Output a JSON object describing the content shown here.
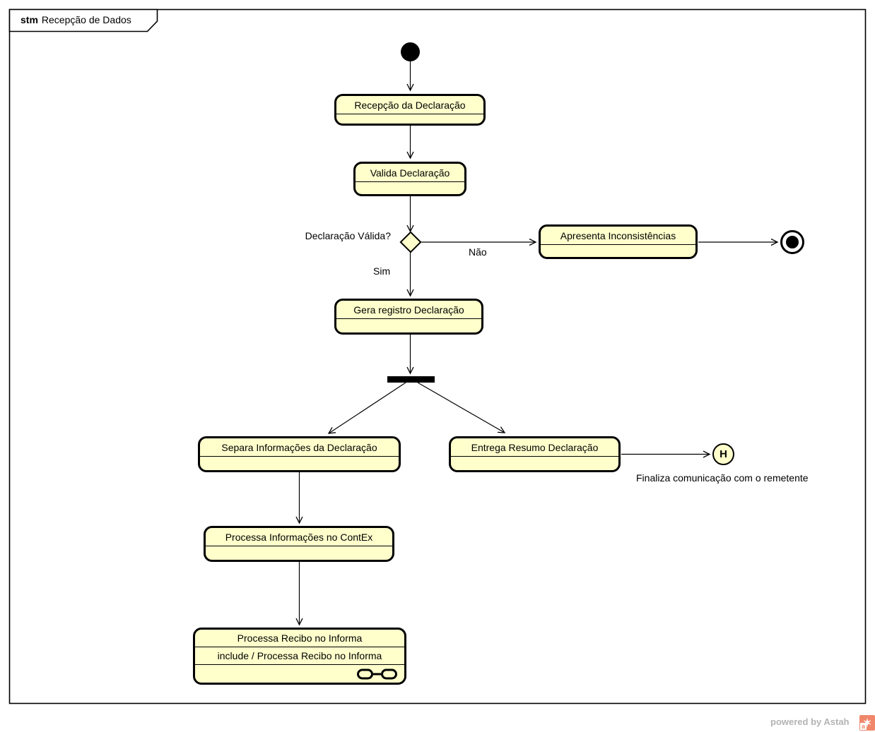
{
  "frame": {
    "keyword": "stm",
    "title": "Recepção de Dados"
  },
  "nodes": {
    "initial": {
      "type": "initial-state"
    },
    "recepcao": {
      "label": "Recepção da Declaração"
    },
    "valida": {
      "label": "Valida Declaração"
    },
    "decision": {
      "type": "choice"
    },
    "apresenta": {
      "label": "Apresenta Inconsistências"
    },
    "final": {
      "type": "final-state"
    },
    "gera": {
      "label": "Gera registro Declaração"
    },
    "fork": {
      "type": "fork"
    },
    "separa": {
      "label": "Separa Informações da Declaração"
    },
    "entrega": {
      "label": "Entrega Resumo Declaração"
    },
    "contex": {
      "label": "Processa Informações no ContEx"
    },
    "recibo": {
      "label": "Processa Recibo no Informa",
      "action": "include / Processa Recibo no Informa"
    },
    "history": {
      "label": "H"
    }
  },
  "labels": {
    "guard_question": "Declaração Válida?",
    "no": "Não",
    "yes": "Sim",
    "finaliza": "Finaliza comunicação com o remetente"
  },
  "watermark": {
    "text": "powered by Astah",
    "logo": "astah-logo"
  },
  "colors": {
    "node_fill": "#FFFFCC",
    "border": "#000000",
    "watermark_text": "#B3B3B3",
    "logo_orange": "#F0876B"
  }
}
